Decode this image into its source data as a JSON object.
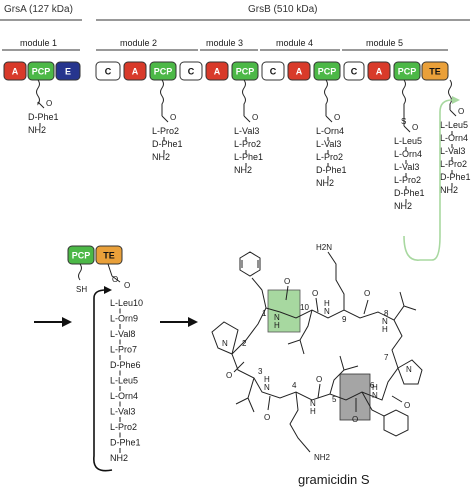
{
  "headers": {
    "grsA": "GrsA (127 kDa)",
    "grsB": "GrsB (510 kDa)"
  },
  "modules": [
    "module 1",
    "module 2",
    "module 3",
    "module 4",
    "module 5"
  ],
  "domain_labels": {
    "A": "A",
    "PCP": "PCP",
    "E": "E",
    "C": "C",
    "TE": "TE"
  },
  "colors": {
    "A": "#d83a2a",
    "PCP": "#4cb847",
    "E": "#26358e",
    "C": "#ffffff",
    "TE": "#e9a03a",
    "highlight_green": "#a7d8a0",
    "highlight_gray": "#a5a5a5",
    "loop_arrow": "#a8d8a0"
  },
  "chains": {
    "m1": [
      "D-Phe1",
      "NH2"
    ],
    "m2": [
      "L-Pro2",
      "D-Phe1",
      "NH2"
    ],
    "m3": [
      "L-Val3",
      "L-Pro2",
      "L-Phe1",
      "NH2"
    ],
    "m4": [
      "L-Orn4",
      "L-Val3",
      "L-Pro2",
      "D-Phe1",
      "NH2"
    ],
    "m5": [
      "L-Leu5",
      "L-Orn4",
      "L-Val3",
      "L-Pro2",
      "D-Phe1",
      "NH2"
    ],
    "te": [
      "L-Leu5",
      "L-Orn4",
      "L-Val3",
      "L-Pro2",
      "D-Phe1",
      "NH2"
    ],
    "decapeptide": [
      "L-Leu10",
      "L-Orn9",
      "L-Val8",
      "L-Pro7",
      "D-Phe6",
      "L-Leu5",
      "L-Orn4",
      "L-Val3",
      "L-Pro2",
      "D-Phe1",
      "NH2"
    ]
  },
  "atoms": {
    "O": "O",
    "S": "S",
    "SH": "SH",
    "N": "N",
    "NH": "N",
    "H": "H",
    "H2N": "H2N",
    "NH2": "NH2"
  },
  "residue_numbers": [
    "1",
    "2",
    "3",
    "4",
    "5",
    "6",
    "7",
    "8",
    "9",
    "10"
  ],
  "product_name": "gramicidin S"
}
